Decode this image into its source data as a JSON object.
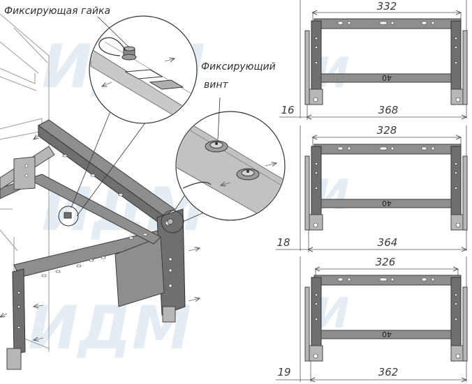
{
  "labels": {
    "nut": "Фиксирующая гайка",
    "screw_line1": "Фиксирующий",
    "screw_line2": "винт"
  },
  "frames": [
    {
      "top_width": "332",
      "bottom_width": "368",
      "offset": "16",
      "rod_mark": "40"
    },
    {
      "top_width": "328",
      "bottom_width": "364",
      "offset": "18",
      "rod_mark": "40"
    },
    {
      "top_width": "326",
      "bottom_width": "362",
      "offset": "19",
      "rod_mark": "40"
    }
  ],
  "colors": {
    "metal": "#8e8e8e",
    "outline": "#3c3c3c",
    "watermark": "#cfe0ec"
  }
}
